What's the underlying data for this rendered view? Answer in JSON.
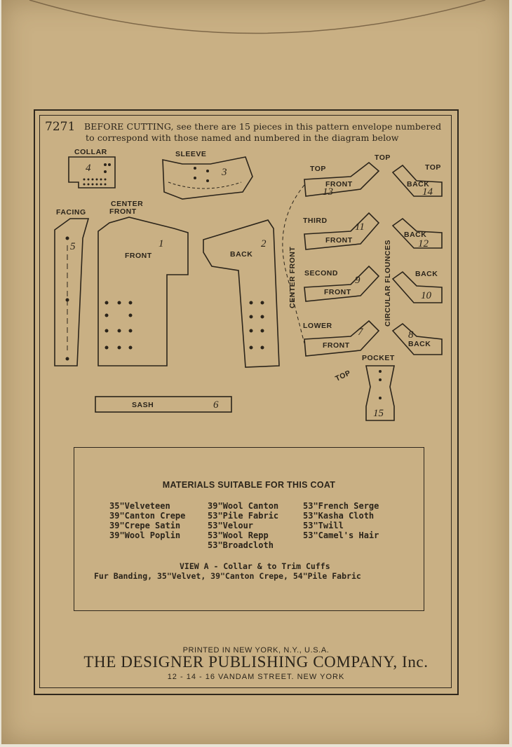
{
  "header": {
    "pattern_number": "7271",
    "line1": "BEFORE CUTTING, see there are 15 pieces in this pattern envelope numbered",
    "line2": "to correspond with those named and numbered in the diagram below"
  },
  "pieces": {
    "collar": {
      "label": "COLLAR",
      "number": "4"
    },
    "sleeve": {
      "label": "SLEEVE",
      "number": "3"
    },
    "facing": {
      "label": "FACING",
      "number": "5"
    },
    "center_front_top": "CENTER",
    "center_front_bottom": "FRONT",
    "front": {
      "label": "FRONT",
      "number": "1"
    },
    "back": {
      "label": "BACK",
      "number": "2"
    },
    "sash": {
      "label": "SASH",
      "number": "6"
    },
    "flounce_top_front": {
      "label": "FRONT",
      "number": "13",
      "caption": "TOP"
    },
    "flounce_top_back": {
      "label": "BACK",
      "number": "14",
      "caption": "TOP"
    },
    "flounce_top_mid": "TOP",
    "flounce_third_front": {
      "label": "FRONT",
      "number": "11",
      "caption": "THIRD"
    },
    "flounce_third_back": {
      "label": "BACK",
      "number": "12"
    },
    "flounce_second_front": {
      "label": "FRONT",
      "number": "9",
      "caption": "SECOND"
    },
    "flounce_second_back": {
      "label": "BACK",
      "number": "10"
    },
    "flounce_lower_front": {
      "label": "FRONT",
      "number": "7",
      "caption": "LOWER"
    },
    "flounce_lower_back": {
      "label": "BACK",
      "number": "8"
    },
    "center_front_vertical": "CENTER FRONT",
    "circular_flounces": "CIRCULAR FLOUNCES",
    "pocket": {
      "label": "POCKET",
      "number": "15",
      "caption": "TOP"
    }
  },
  "materials": {
    "title": "MATERIALS SUITABLE FOR THIS COAT",
    "col1": [
      "35\"Velveteen",
      "39\"Canton Crepe",
      "39\"Crepe Satin",
      "39\"Wool Poplin"
    ],
    "col2": [
      "39\"Wool Canton",
      "53\"Pile Fabric",
      "53\"Velour",
      "53\"Wool Repp",
      "53\"Broadcloth"
    ],
    "col3": [
      "53\"French Serge",
      "53\"Kasha Cloth",
      "53\"Twill",
      "53\"Camel's Hair"
    ],
    "view_a_line1": "VIEW A - Collar & to Trim Cuffs",
    "view_a_line2": "Fur Banding, 35\"Velvet, 39\"Canton Crepe, 54\"Pile Fabric"
  },
  "footer": {
    "printed": "PRINTED IN NEW YORK, N.Y., U.S.A.",
    "company": "THE DESIGNER PUBLISHING COMPANY, Inc.",
    "address": "12 - 14 - 16 VANDAM STREET.  NEW YORK"
  },
  "colors": {
    "paper": "#c9b084",
    "ink": "#2b241a"
  }
}
